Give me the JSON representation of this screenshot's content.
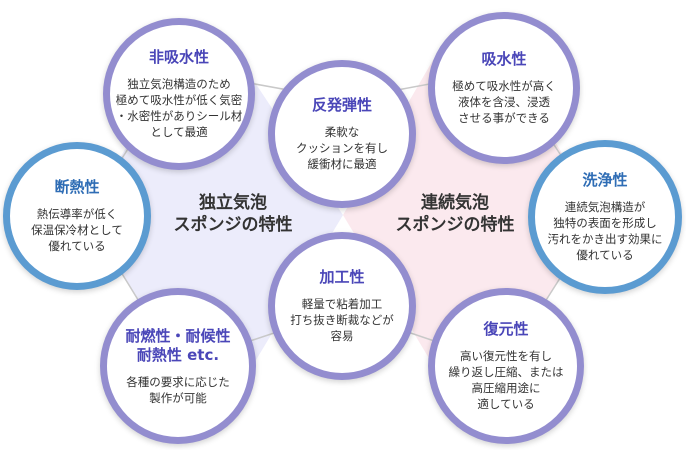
{
  "colors": {
    "purple_border": "#938dcf",
    "purple_title": "#4a46b8",
    "blue_border": "#5b9bd1",
    "blue_title": "#2f6db5",
    "left_region": "#ececfb",
    "right_region": "#fbe9ee",
    "connector": "#c9c9c9"
  },
  "groups": {
    "left_label": "独立気泡\nスポンジの特性",
    "right_label": "連続気泡\nスポンジの特性"
  },
  "bubbles": {
    "non_absorbent": {
      "title": "非吸水性",
      "text": "独立気泡構造のため\n極めて吸水性が低く気密\n・水密性がありシール材\nとして最適"
    },
    "rebound": {
      "title": "反発弾性",
      "text": "柔軟な\nクッションを有し\n緩衝材に最適"
    },
    "absorbent": {
      "title": "吸水性",
      "text": "極めて吸水性が高く\n液体を含浸、浸透\nさせる事ができる"
    },
    "insulation": {
      "title": "断熱性",
      "text": "熱伝導率が低く\n保温保冷材として\n優れている"
    },
    "cleaning": {
      "title": "洗浄性",
      "text": "連続気泡構造が\n独特の表面を形成し\n汚れをかき出す効果に\n優れている"
    },
    "processing": {
      "title": "加工性",
      "text": "軽量で粘着加工\n打ち抜き断裁などが\n容易"
    },
    "flame_resistance": {
      "title": "耐燃性・耐候性\n耐熱性 etc.",
      "text": "各種の要求に応じた\n製作が可能"
    },
    "recovery": {
      "title": "復元性",
      "text": "高い復元性を有し\n繰り返し圧縮、または\n高圧縮用途に\n適している"
    }
  }
}
